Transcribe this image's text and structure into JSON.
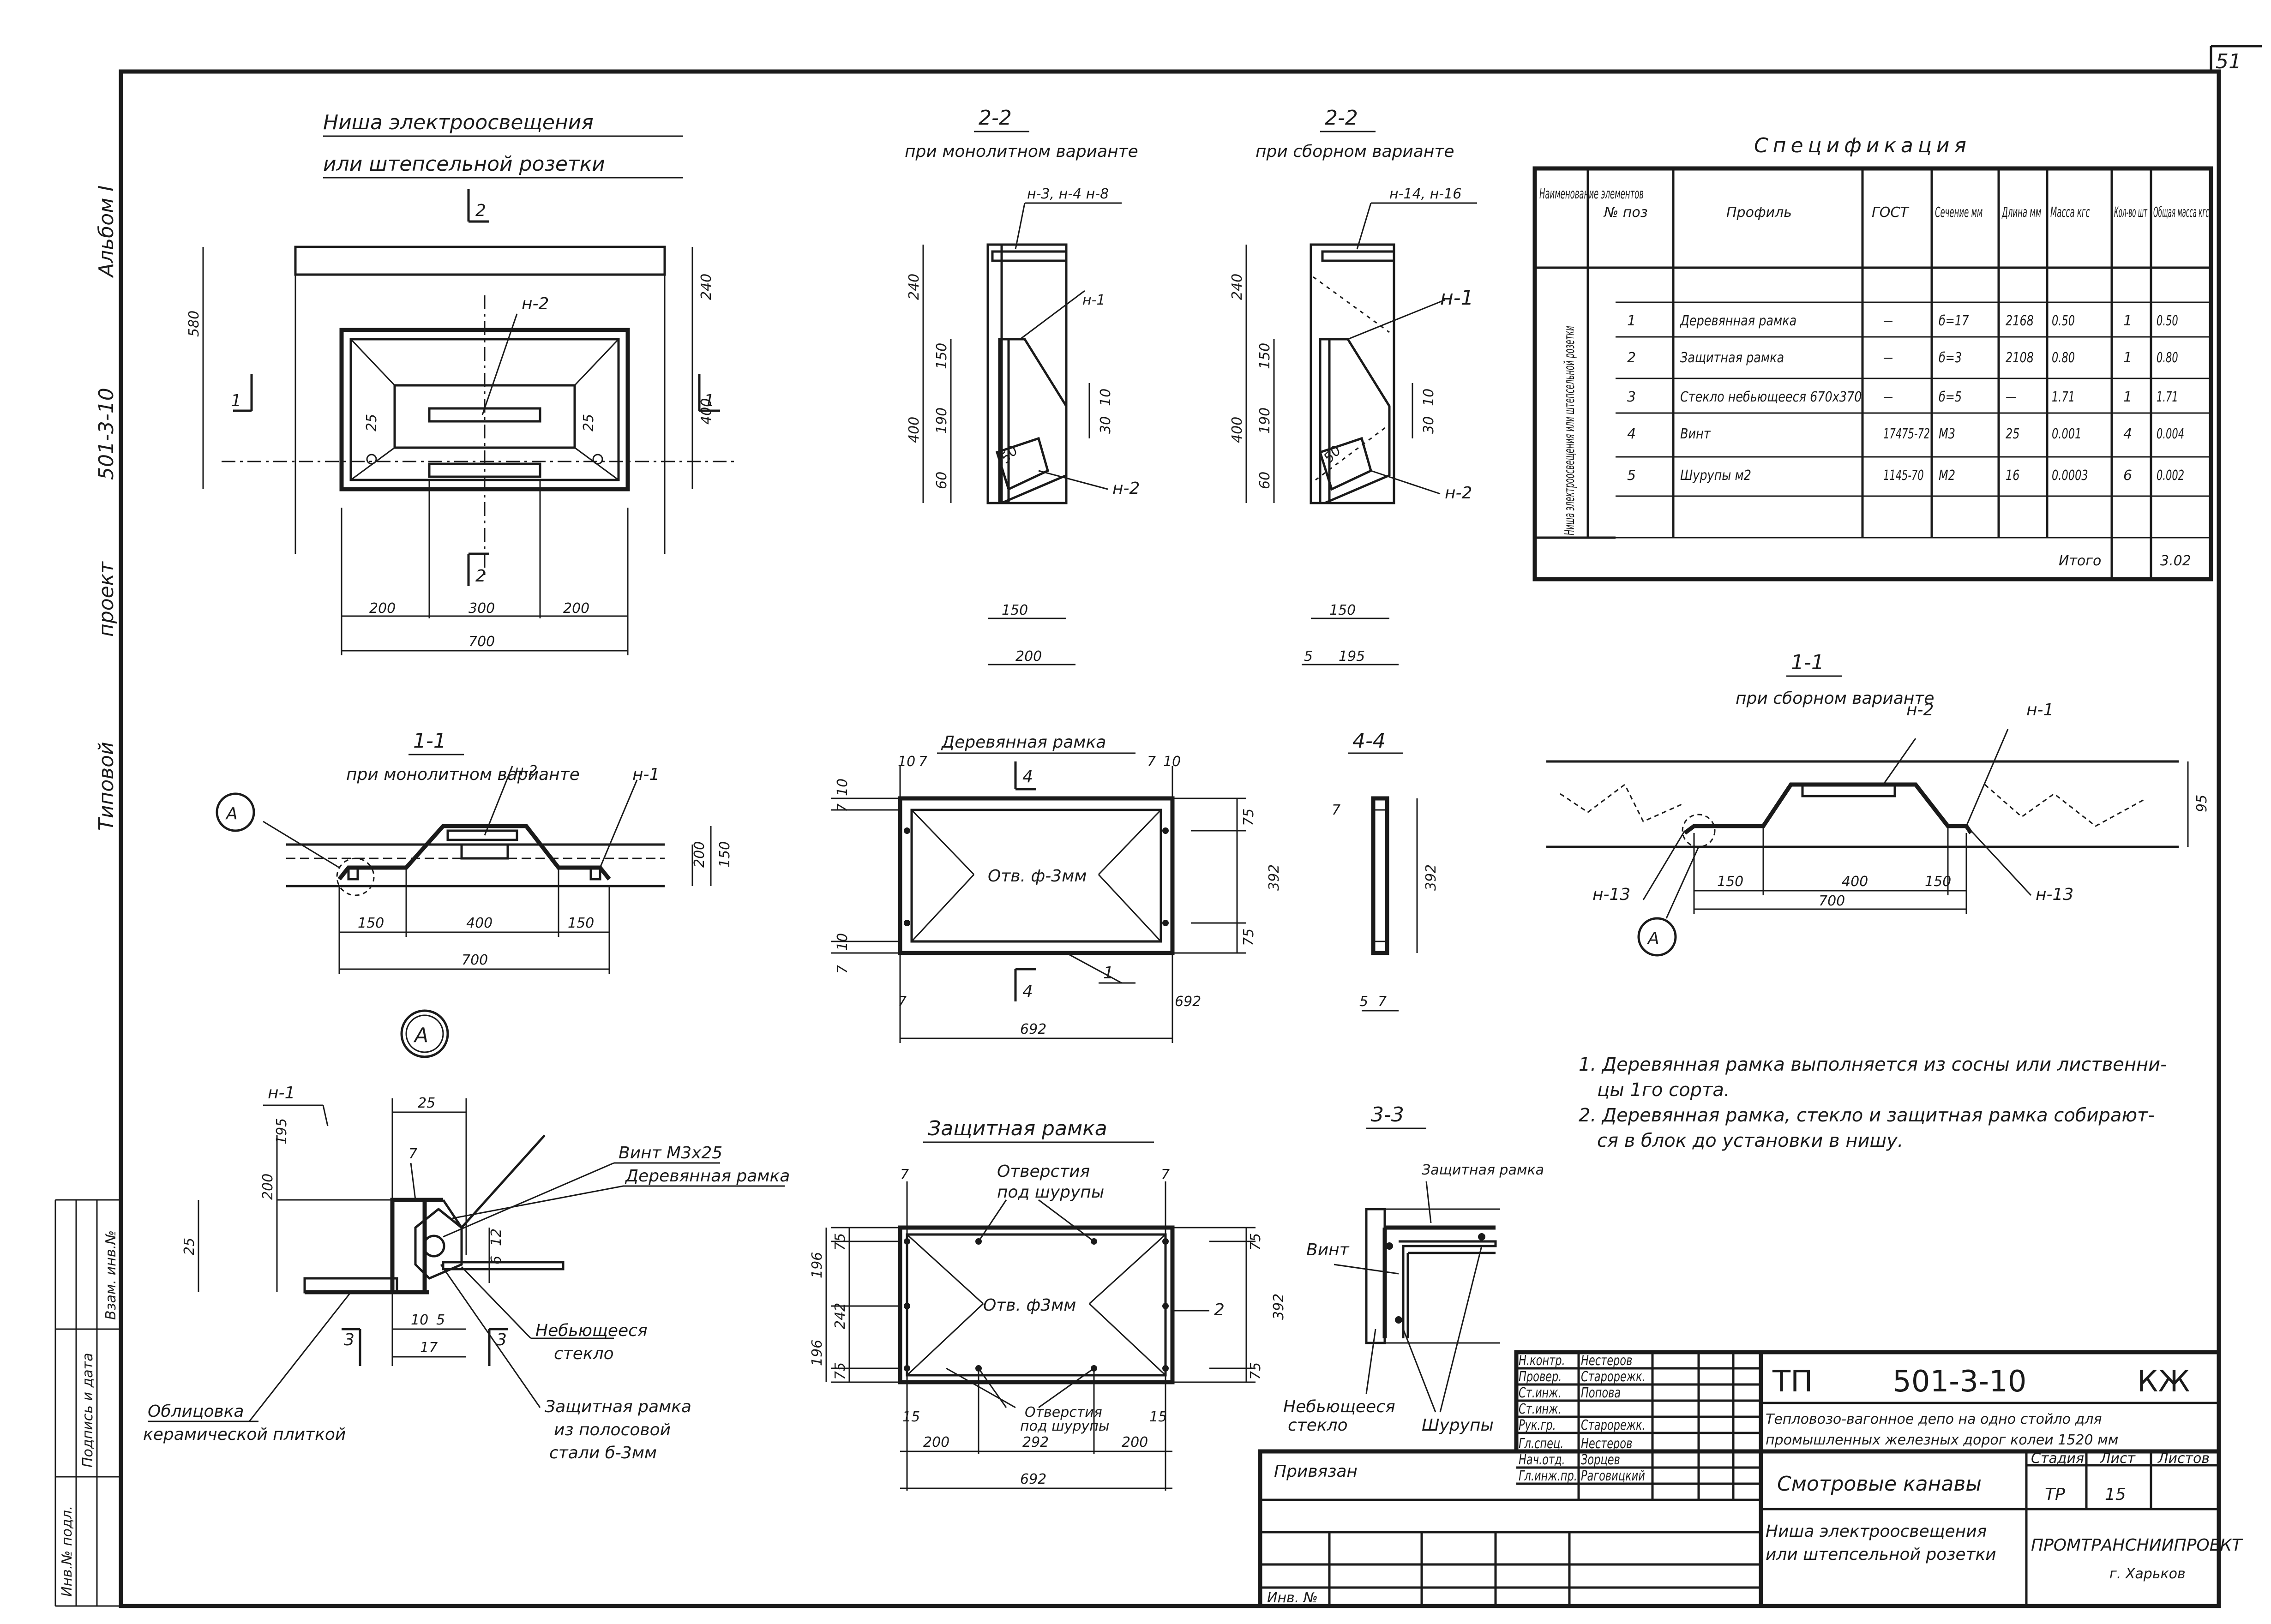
{
  "sheet": {
    "page_number": "51",
    "album_margin": [
      "Альбом I",
      "501-3-10",
      "проект",
      "Типовой"
    ],
    "left_stamp": [
      "Инв.№ подл.",
      "Подпись и дата",
      "Взам. инв.№"
    ]
  },
  "views": {
    "niche": {
      "title_1": "Ниша электроосвещения",
      "title_2": "или штепсельной розетки",
      "callout": "н-2",
      "dims": [
        "580",
        "240",
        "400",
        "200",
        "300",
        "200",
        "700",
        "25"
      ],
      "cuts": [
        "2",
        "1",
        "1",
        "2"
      ]
    },
    "section_22_mono": {
      "title": "2-2",
      "subtitle": "при монолитном варианте",
      "callouts": [
        "н-3, н-4 н-8",
        "н-1",
        "н-2"
      ],
      "dims": [
        "240",
        "400",
        "150",
        "190",
        "60",
        "150",
        "200",
        "10",
        "30",
        "50"
      ]
    },
    "section_22_prefab": {
      "title": "2-2",
      "subtitle": "при сборном варианте",
      "callouts": [
        "н-14, н-16",
        "н-1",
        "н-2"
      ],
      "dims": [
        "240",
        "400",
        "150",
        "190",
        "60",
        "150",
        "195",
        "10",
        "30",
        "50",
        "5"
      ]
    },
    "section_11_mono": {
      "title": "1-1",
      "subtitle": "при монолитном варианте",
      "callouts": [
        "н-2",
        "н-1",
        "А"
      ],
      "dims": [
        "150",
        "200",
        "150",
        "400",
        "150",
        "700"
      ]
    },
    "wood_frame": {
      "title": "Деревянная рамка",
      "hole_label": "Отв. ф-3мм",
      "cut": "4",
      "pos": "1",
      "dims": [
        "10",
        "7",
        "7",
        "10",
        "7",
        "10",
        "75",
        "75",
        "392",
        "10",
        "7",
        "7",
        "692"
      ]
    },
    "section_44": {
      "title": "4-4",
      "dims": [
        "7",
        "392",
        "5",
        "7"
      ]
    },
    "section_11_prefab": {
      "title": "1-1",
      "subtitle": "при сборном варианте",
      "callouts": [
        "н-2",
        "н-1",
        "н-13",
        "н-13",
        "А"
      ],
      "dims": [
        "150",
        "400",
        "150",
        "700",
        "95"
      ]
    },
    "detail_a": {
      "title": "А",
      "callouts": [
        "н-1",
        "Винт М3х25",
        "Деревянная рамка",
        "Небьющееся стекло",
        "Защитная рамка из полосовой стали б-3мм",
        "Облицовка керамической плиткой"
      ],
      "dims": [
        "25",
        "7",
        "200",
        "195",
        "25",
        "6",
        "12",
        "10",
        "5",
        "17",
        "3",
        "3"
      ]
    },
    "protect_frame": {
      "title": "Защитная рамка",
      "holes_top": "Отверстия под шурупы",
      "hole_label": "Отв. ф3мм",
      "holes_bottom": "Отверстия под шурупы",
      "pos": "2",
      "dims": [
        "7",
        "7",
        "75",
        "75",
        "196",
        "196",
        "242",
        "75",
        "75",
        "392",
        "15",
        "15",
        "200",
        "292",
        "200",
        "692"
      ]
    },
    "section_33": {
      "title": "3-3",
      "callouts": [
        "Защитная рамка",
        "Винт",
        "Небьющееся стекло",
        "Шурупы"
      ]
    }
  },
  "spec": {
    "title": "Спецификация",
    "headers": [
      "Наименование элементов",
      "№ поз",
      "Профиль",
      "ГОСТ",
      "Сечение мм",
      "Длина мм",
      "Масса кгс",
      "Кол-во шт",
      "Общая масса кгс"
    ],
    "group_label": "Ниша электроосвещения или штепсельной розетки",
    "rows": [
      [
        "1",
        "Деревянная рамка",
        "—",
        "б=17",
        "2168",
        "0.50",
        "1",
        "0.50"
      ],
      [
        "2",
        "Защитная рамка",
        "—",
        "б=3",
        "2108",
        "0.80",
        "1",
        "0.80"
      ],
      [
        "3",
        "Стекло небьющееся 670х370",
        "—",
        "б=5",
        "—",
        "1.71",
        "1",
        "1.71"
      ],
      [
        "4",
        "Винт",
        "17475-72",
        "М3",
        "25",
        "0.001",
        "4",
        "0.004"
      ],
      [
        "5",
        "Шурупы м2",
        "1145-70",
        "М2",
        "16",
        "0.0003",
        "6",
        "0.002"
      ]
    ],
    "total_label": "Итого",
    "total_value": "3.02"
  },
  "notes": [
    "1. Деревянная рамка выполняется из сосны или лиственницы 1го сорта.",
    "2. Деревянная рамка, стекло и защитная рамка собираются в блок до установки в нишу."
  ],
  "title_block": {
    "code_prefix": "ТП",
    "code": "501-3-10",
    "mark": "КЖ",
    "project_name": "Тепловозо-вагонное депо на одно стойло для промышленных железных дорог колеи 1520 мм",
    "section": "Смотровые канавы",
    "sheet_name": "Ниша электроосвещения или штепсельной розетки",
    "org": "ПРОМТРАНСНИИПРОЕКТ",
    "city": "г. Харьков",
    "stage_hdr": "Стадия",
    "sheet_hdr": "Лист",
    "sheets_hdr": "Листов",
    "stage": "ТР",
    "sheet_no": "15",
    "bound": "Привязан",
    "inv": "Инв. №",
    "roles": [
      "Н.контр.",
      "Провер.",
      "Ст.инж.",
      "Ст.инж.",
      "Рук.гр.",
      "Гл.спец.",
      "Нач.отд.",
      "Гл.инж.пр."
    ],
    "names": [
      "Нестеров",
      "Старорежк.",
      "Попова",
      "",
      "Старорежк.",
      "Нестеров",
      "Зорцев",
      "Раговицкий"
    ]
  }
}
